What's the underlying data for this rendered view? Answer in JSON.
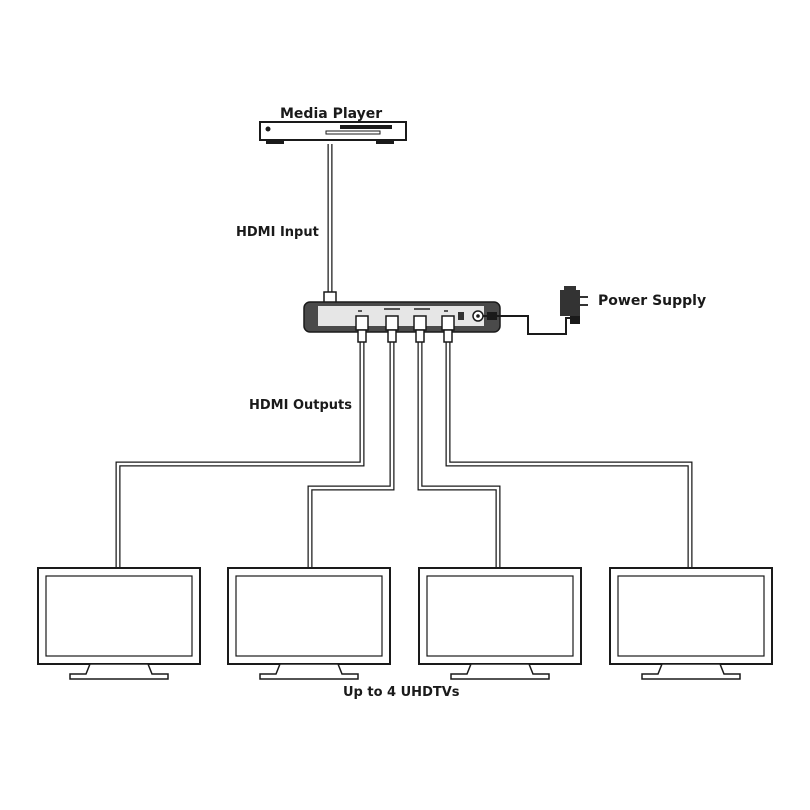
{
  "labels": {
    "media_player": "Media Player",
    "hdmi_input": "HDMI Input",
    "power_supply": "Power Supply",
    "hdmi_outputs": "HDMI Outputs",
    "tvs": "Up to 4 UHDTVs"
  },
  "colors": {
    "line": "#1a1a1a",
    "cable_fill": "#ffffff",
    "device_dark": "#4a4a4a",
    "device_light": "#e6e6e6"
  }
}
